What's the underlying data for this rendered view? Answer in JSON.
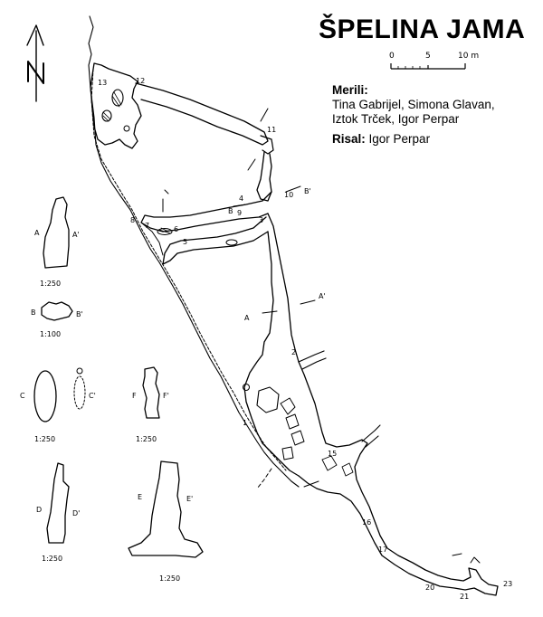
{
  "title": "ŠPELINA JAMA",
  "scale_bar": {
    "ticks": [
      "0",
      "5",
      "10 m"
    ]
  },
  "credits": {
    "surveyors_label": "Merili:",
    "surveyors": "Tina Gabrijel, Simona Glavan, Iztok Trček, Igor Perpar",
    "draftsman_label": "Risal:",
    "draftsman": "Igor Perpar"
  },
  "north_arrow": {
    "letter": "N"
  },
  "survey_stations": [
    "1",
    "2",
    "3",
    "4",
    "5",
    "6",
    "7",
    "8",
    "9",
    "10",
    "11",
    "12",
    "13",
    "15",
    "16",
    "17",
    "20",
    "21",
    "23"
  ],
  "cross_section_lines": [
    "A",
    "A'",
    "B",
    "B'",
    "C",
    "C'",
    "D",
    "D'",
    "E",
    "E'",
    "F",
    "F'"
  ],
  "cross_sections": [
    {
      "from": "A",
      "to": "A'",
      "scale": "1:250"
    },
    {
      "from": "B",
      "to": "B'",
      "scale": "1:100"
    },
    {
      "from": "C",
      "to": "C'",
      "scale": "1:250"
    },
    {
      "from": "F",
      "to": "F'",
      "scale": "1:250"
    },
    {
      "from": "D",
      "to": "D'",
      "scale": "1:250"
    },
    {
      "from": "E",
      "to": "E'",
      "scale": "1:250"
    }
  ],
  "colors": {
    "ink": "#000000",
    "paper": "#ffffff"
  }
}
